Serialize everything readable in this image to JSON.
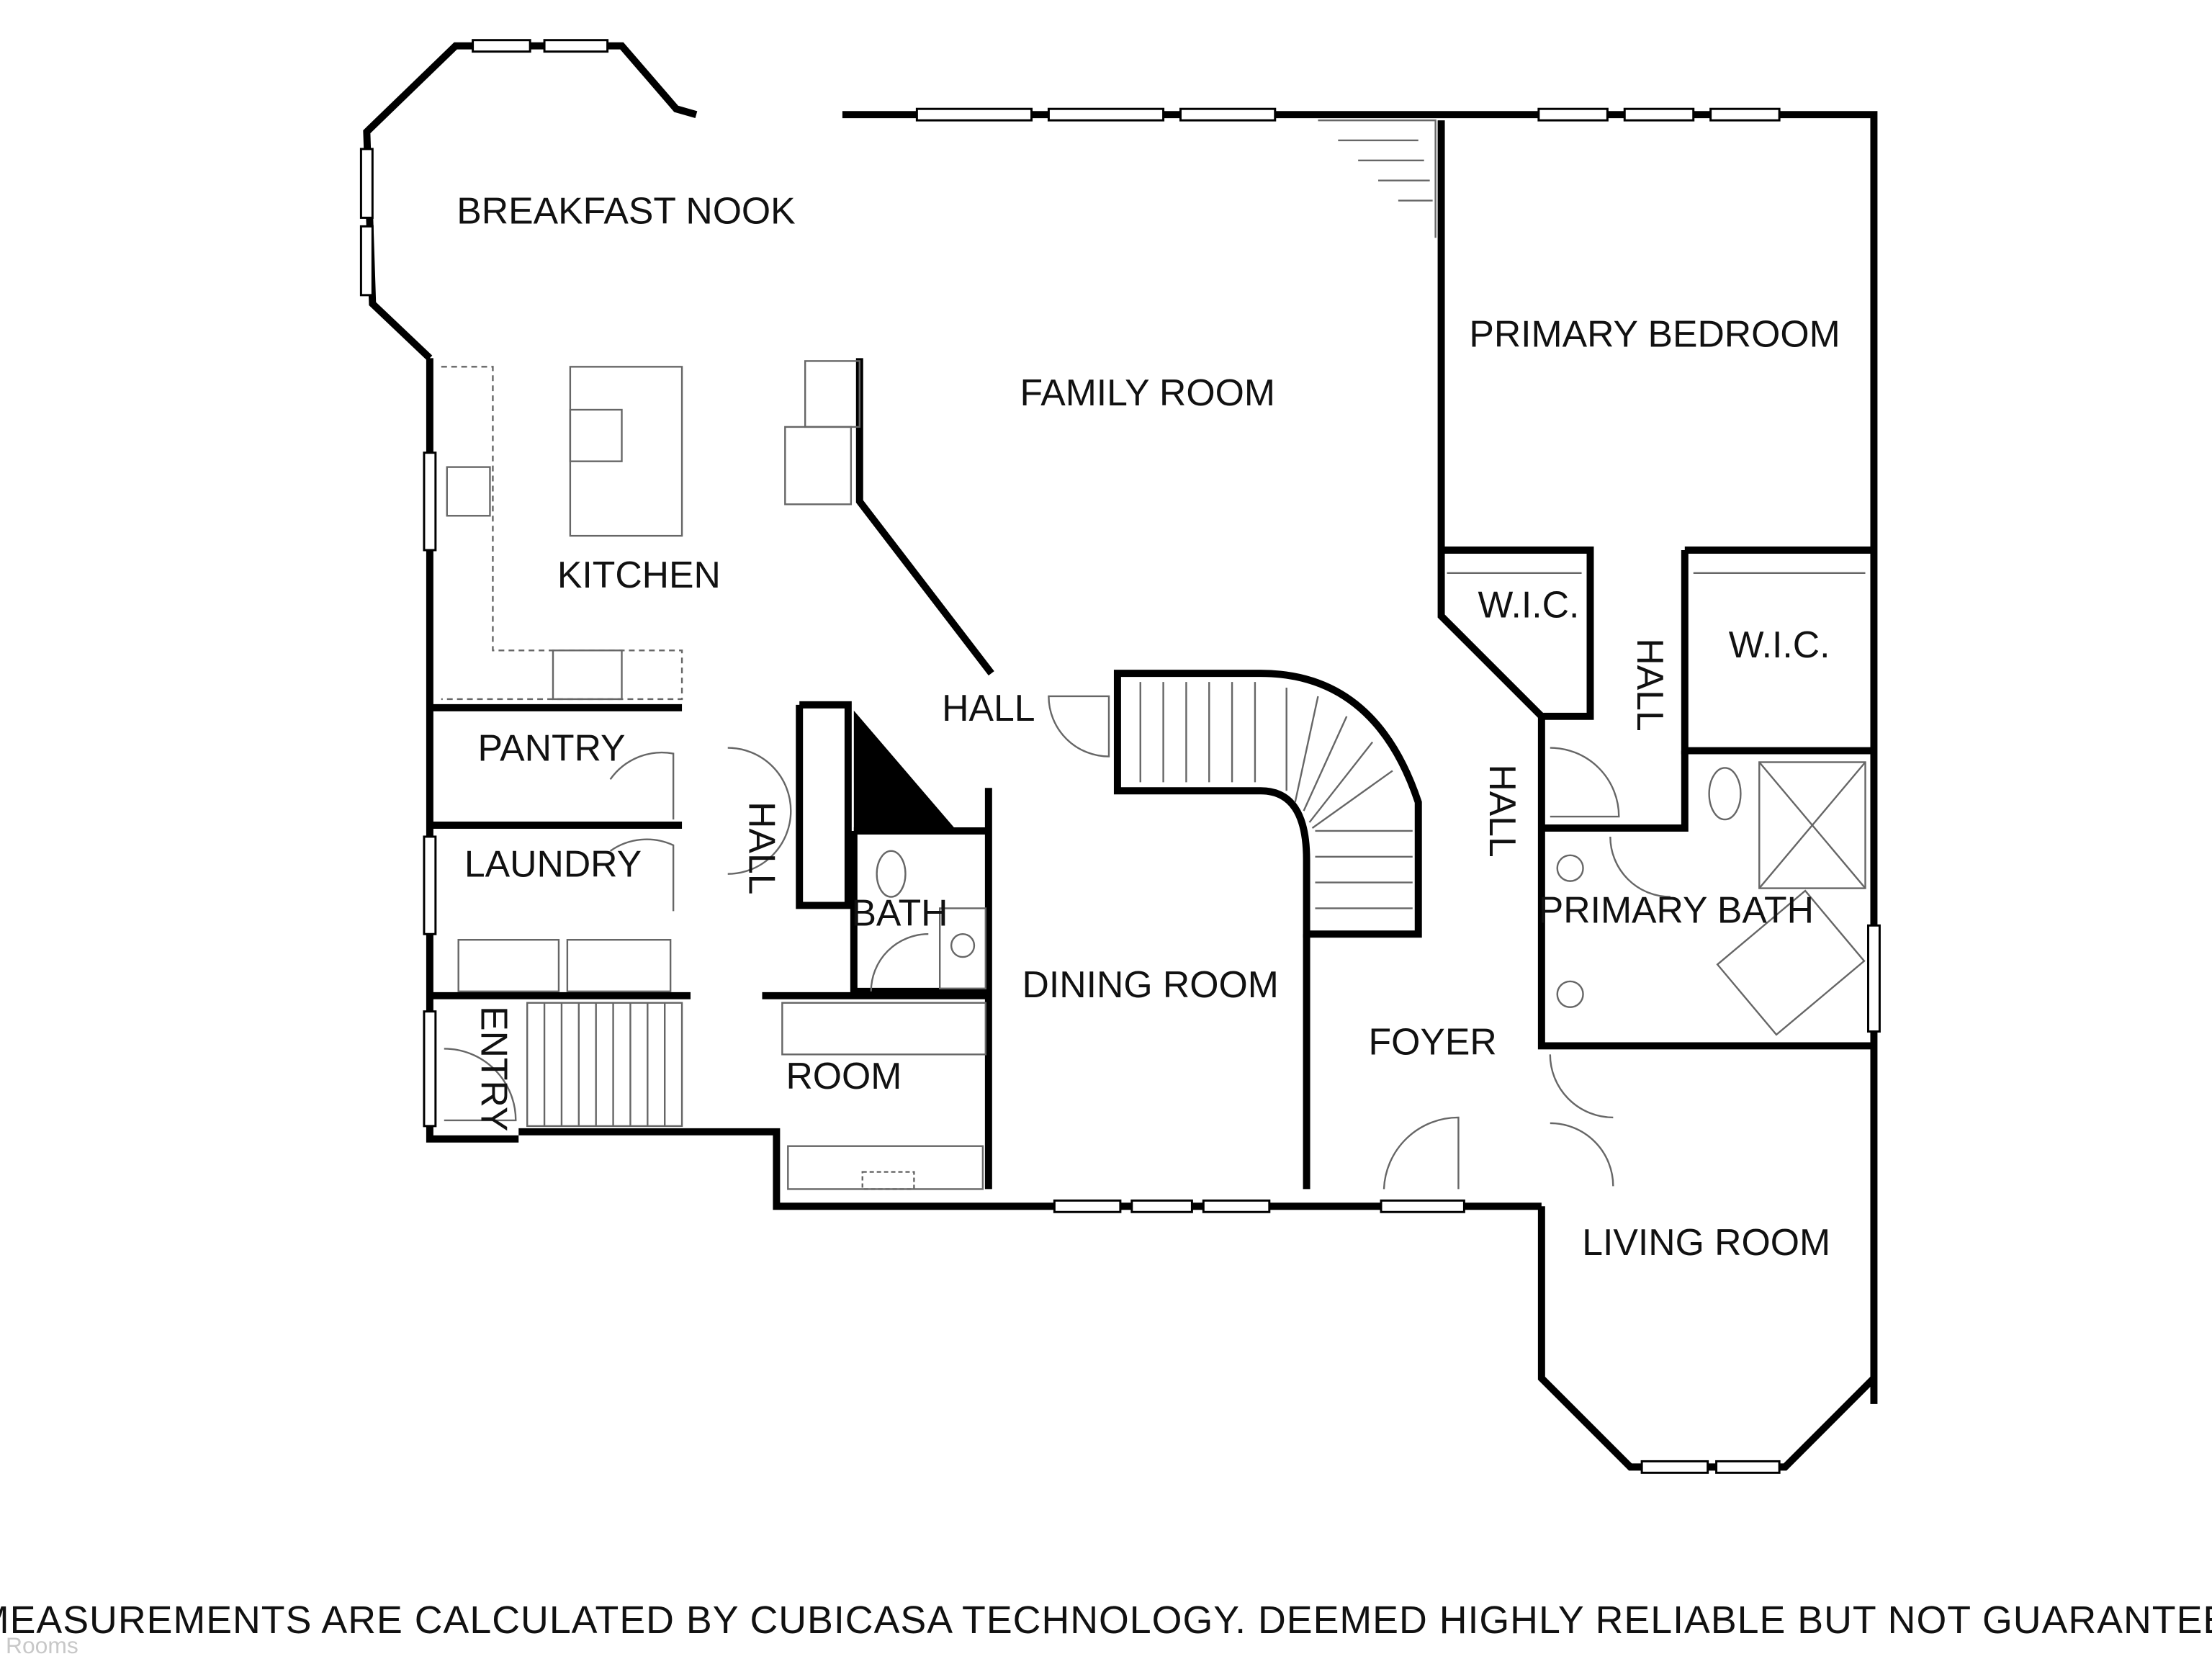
{
  "rooms": {
    "breakfast_nook": "BREAKFAST NOOK",
    "family_room": "FAMILY ROOM",
    "primary_bedroom": "PRIMARY BEDROOM",
    "kitchen": "KITCHEN",
    "hall_center": "HALL",
    "wic_left": "W.I.C.",
    "wic_right": "W.I.C.",
    "hall_between_wic": "HALL",
    "pantry": "PANTRY",
    "hall_vertical_left": "HALL",
    "hall_vertical_right": "HALL",
    "laundry": "LAUNDRY",
    "bath": "BATH",
    "primary_bath": "PRIMARY BATH",
    "dining_room": "DINING ROOM",
    "foyer": "FOYER",
    "entry": "ENTRY",
    "room": "ROOM",
    "living_room": "LIVING ROOM"
  },
  "footer": {
    "disclaimer": "MEASUREMENTS ARE CALCULATED BY CUBICASA TECHNOLOGY. DEEMED HIGHLY RELIABLE BUT NOT GUARANTEED.",
    "watermark": "Rooms"
  },
  "colors": {
    "wall": "#000000",
    "fixture": "#555555",
    "background": "#ffffff"
  }
}
